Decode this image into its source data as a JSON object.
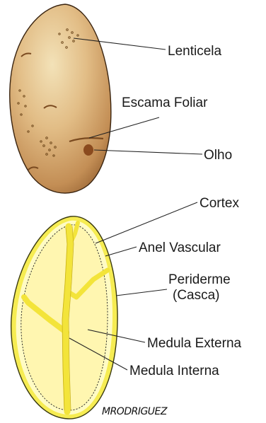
{
  "labels": {
    "lenticela": "Lenticela",
    "escama_foliar": "Escama Foliar",
    "olho": "Olho",
    "cortex": "Cortex",
    "anel_vascular": "Anel Vascular",
    "periderme": "Periderme",
    "casca": "(Casca)",
    "medula_externa": "Medula Externa",
    "medula_interna": "Medula Interna"
  },
  "signature": "MRODRIGUEZ",
  "colors": {
    "potato_skin": "#dcb27c",
    "potato_shadow": "#9f6c3a",
    "eye": "#8a4a1e",
    "section_fill": "#fffcc8",
    "vascular": "#f5ea3a",
    "leader_lines": "#222222"
  }
}
